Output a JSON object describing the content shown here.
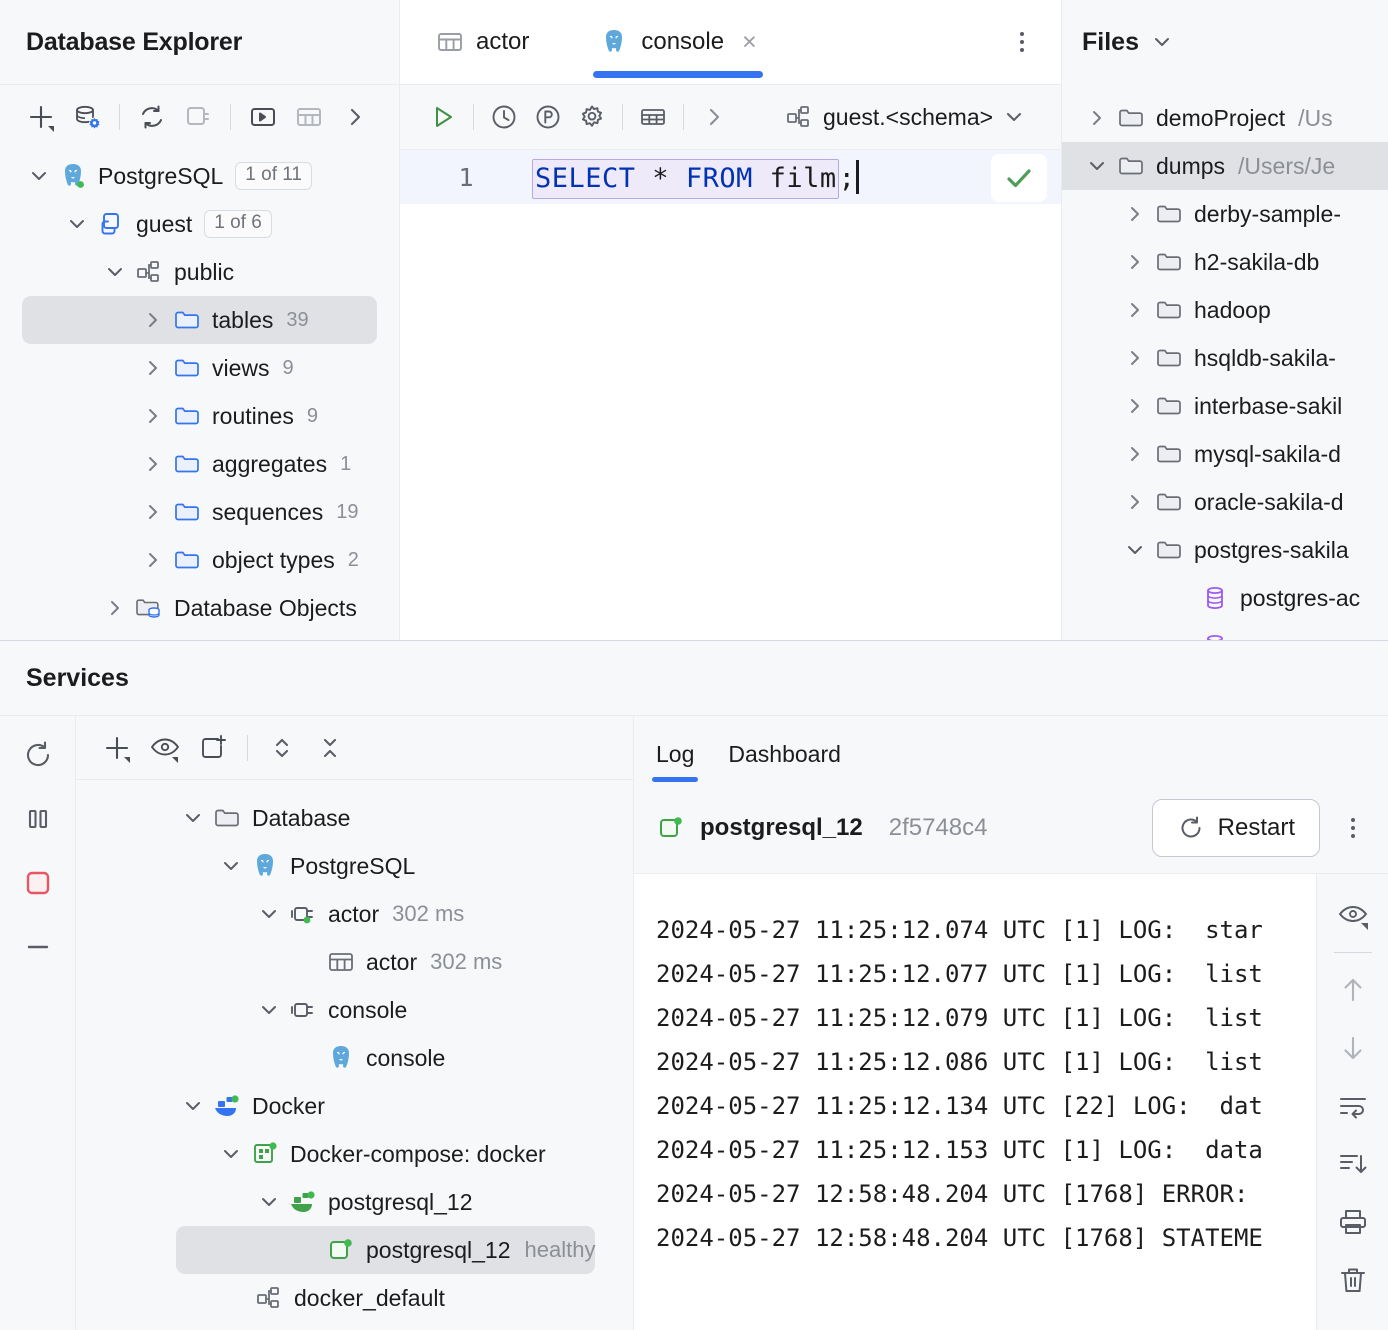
{
  "db_explorer": {
    "title": "Database Explorer",
    "toolbar": [
      {
        "name": "add-icon",
        "label": "Add"
      },
      {
        "name": "database-settings-icon",
        "label": "Data Source Properties"
      },
      {
        "name": "refresh-icon",
        "label": "Refresh"
      },
      {
        "name": "disconnect-icon",
        "label": "Disconnect"
      },
      {
        "name": "open-console-icon",
        "label": "Open Console"
      },
      {
        "name": "table-icon",
        "label": "Jump to Table"
      },
      {
        "name": "chevron-right-icon",
        "label": "More"
      }
    ],
    "tree": [
      {
        "label": "PostgreSQL",
        "badge": "1 of 11",
        "count": "",
        "icon": "postgres-icon",
        "indent": 0,
        "twist": "down",
        "selected": false
      },
      {
        "label": "guest",
        "badge": "1 of 6",
        "count": "",
        "icon": "database-icon",
        "indent": 1,
        "twist": "down",
        "selected": false
      },
      {
        "label": "public",
        "badge": "",
        "count": "",
        "icon": "schema-icon",
        "indent": 2,
        "twist": "down",
        "selected": false
      },
      {
        "label": "tables",
        "badge": "",
        "count": "39",
        "icon": "folder-blue-icon",
        "indent": 3,
        "twist": "right",
        "selected": true
      },
      {
        "label": "views",
        "badge": "",
        "count": "9",
        "icon": "folder-blue-icon",
        "indent": 3,
        "twist": "right",
        "selected": false
      },
      {
        "label": "routines",
        "badge": "",
        "count": "9",
        "icon": "folder-blue-icon",
        "indent": 3,
        "twist": "right",
        "selected": false
      },
      {
        "label": "aggregates",
        "badge": "",
        "count": "1",
        "icon": "folder-blue-icon",
        "indent": 3,
        "twist": "right",
        "selected": false
      },
      {
        "label": "sequences",
        "badge": "",
        "count": "19",
        "icon": "folder-blue-icon",
        "indent": 3,
        "twist": "right",
        "selected": false
      },
      {
        "label": "object types",
        "badge": "",
        "count": "2",
        "icon": "folder-blue-icon",
        "indent": 3,
        "twist": "right",
        "selected": false
      },
      {
        "label": "Database Objects",
        "badge": "",
        "count": "",
        "icon": "db-objects-icon",
        "indent": 2,
        "twist": "right",
        "selected": false
      }
    ]
  },
  "editor": {
    "tabs": [
      {
        "label": "actor",
        "icon": "table-icon",
        "active": false,
        "closable": false
      },
      {
        "label": "console",
        "icon": "postgres-icon",
        "active": true,
        "closable": true
      }
    ],
    "tab_close_glyph": "×",
    "toolbar": [
      {
        "name": "run-icon",
        "label": "Execute"
      },
      {
        "name": "history-icon",
        "label": "History"
      },
      {
        "name": "parameters-icon",
        "label": "Parameters"
      },
      {
        "name": "settings-gear-icon",
        "label": "Settings"
      },
      {
        "name": "table-grid-icon",
        "label": "Results"
      },
      {
        "name": "chevron-right-icon",
        "label": "More"
      }
    ],
    "schema_selector": "guest.<schema>",
    "line_number": "1",
    "code": {
      "keyword1": "SELECT",
      "star": " * ",
      "keyword2": "FROM",
      "table": " film",
      "terminator": ";"
    },
    "status_icon": "checkmark-icon"
  },
  "files": {
    "title": "Files",
    "tree": [
      {
        "label": "demoProject",
        "path": "/Us",
        "indent": 0,
        "twist": "right",
        "icon": "folder-icon",
        "selected": false
      },
      {
        "label": "dumps",
        "path": "/Users/Je",
        "indent": 0,
        "twist": "down",
        "icon": "folder-icon",
        "selected": true
      },
      {
        "label": "derby-sample-",
        "path": "",
        "indent": 1,
        "twist": "right",
        "icon": "folder-icon",
        "selected": false
      },
      {
        "label": "h2-sakila-db",
        "path": "",
        "indent": 1,
        "twist": "right",
        "icon": "folder-icon",
        "selected": false
      },
      {
        "label": "hadoop",
        "path": "",
        "indent": 1,
        "twist": "right",
        "icon": "folder-icon",
        "selected": false
      },
      {
        "label": "hsqldb-sakila-",
        "path": "",
        "indent": 1,
        "twist": "right",
        "icon": "folder-icon",
        "selected": false
      },
      {
        "label": "interbase-sakil",
        "path": "",
        "indent": 1,
        "twist": "right",
        "icon": "folder-icon",
        "selected": false
      },
      {
        "label": "mysql-sakila-d",
        "path": "",
        "indent": 1,
        "twist": "right",
        "icon": "folder-icon",
        "selected": false
      },
      {
        "label": "oracle-sakila-d",
        "path": "",
        "indent": 1,
        "twist": "right",
        "icon": "folder-icon",
        "selected": false
      },
      {
        "label": "postgres-sakila",
        "path": "",
        "indent": 1,
        "twist": "down",
        "icon": "folder-icon",
        "selected": false
      },
      {
        "label": "postgres-ac",
        "path": "",
        "indent": 2,
        "twist": "none",
        "icon": "db-purple-icon",
        "selected": false
      }
    ]
  },
  "services": {
    "title": "Services",
    "rail": [
      {
        "name": "rerun-icon",
        "label": "Rerun"
      },
      {
        "name": "pause-icon",
        "label": "Pause"
      },
      {
        "name": "stop-icon",
        "label": "Stop"
      },
      {
        "name": "minus-icon",
        "label": "Collapse"
      }
    ],
    "toolbar": [
      {
        "name": "add-icon",
        "label": "Add Service"
      },
      {
        "name": "eye-icon",
        "label": "Show"
      },
      {
        "name": "new-tab-icon",
        "label": "New Tab"
      },
      {
        "name": "expand-collapse-icon",
        "label": "Expand"
      },
      {
        "name": "collapse-all-icon",
        "label": "Collapse All"
      }
    ],
    "tree": [
      {
        "label": "Database",
        "extra": "",
        "indent": 0,
        "twist": "down",
        "icon": "folder-icon",
        "selected": false
      },
      {
        "label": "PostgreSQL",
        "extra": "",
        "indent": 1,
        "twist": "down",
        "icon": "postgres-icon",
        "selected": false
      },
      {
        "label": "actor",
        "extra": "302 ms",
        "indent": 2,
        "twist": "down",
        "icon": "connection-green-icon",
        "selected": false
      },
      {
        "label": "actor",
        "extra": "302 ms",
        "indent": 3,
        "twist": "none",
        "icon": "table-icon",
        "selected": false
      },
      {
        "label": "console",
        "extra": "",
        "indent": 2,
        "twist": "down",
        "icon": "connection-icon",
        "selected": false
      },
      {
        "label": "console",
        "extra": "",
        "indent": 3,
        "twist": "none",
        "icon": "postgres-icon",
        "selected": false
      },
      {
        "label": "Docker",
        "extra": "",
        "indent": 0,
        "twist": "down",
        "icon": "docker-blue-icon",
        "selected": false
      },
      {
        "label": "Docker-compose: docker",
        "extra": "",
        "indent": 1,
        "twist": "down",
        "icon": "compose-green-icon",
        "selected": false
      },
      {
        "label": "postgresql_12",
        "extra": "",
        "indent": 2,
        "twist": "down",
        "icon": "docker-green-icon",
        "selected": false
      },
      {
        "label": "postgresql_12",
        "extra": "healthy",
        "indent": 3,
        "twist": "none",
        "icon": "container-green-icon",
        "selected": true
      },
      {
        "label": "docker_default",
        "extra": "",
        "indent": 2,
        "twist": "none",
        "icon": "network-icon",
        "selected": false
      }
    ]
  },
  "log": {
    "tabs": [
      {
        "label": "Log",
        "active": true
      },
      {
        "label": "Dashboard",
        "active": false
      }
    ],
    "container_name": "postgresql_12",
    "container_id": "2f5748c4",
    "restart_label": "Restart",
    "lines": [
      "2024-05-27 11:25:12.074 UTC [1] LOG:  star",
      "2024-05-27 11:25:12.077 UTC [1] LOG:  list",
      "2024-05-27 11:25:12.079 UTC [1] LOG:  list",
      "2024-05-27 11:25:12.086 UTC [1] LOG:  list",
      "2024-05-27 11:25:12.134 UTC [22] LOG:  dat",
      "2024-05-27 11:25:12.153 UTC [1] LOG:  data",
      "2024-05-27 12:58:48.204 UTC [1768] ERROR:",
      "2024-05-27 12:58:48.204 UTC [1768] STATEME"
    ],
    "rail": [
      {
        "name": "eye-icon",
        "label": "Filter"
      },
      {
        "name": "arrow-up-icon",
        "label": "Previous"
      },
      {
        "name": "arrow-down-icon",
        "label": "Next"
      },
      {
        "name": "soft-wrap-icon",
        "label": "Soft-Wrap"
      },
      {
        "name": "scroll-to-end-icon",
        "label": "Scroll to End"
      },
      {
        "name": "print-icon",
        "label": "Print"
      },
      {
        "name": "trash-icon",
        "label": "Clear All"
      }
    ]
  },
  "colors": {
    "accent": "#3574f0",
    "keyword": "#0033b3",
    "green": "#5fb865",
    "red": "#e55765",
    "purple": "#9b59f5",
    "selection": "#dfe1e5"
  }
}
